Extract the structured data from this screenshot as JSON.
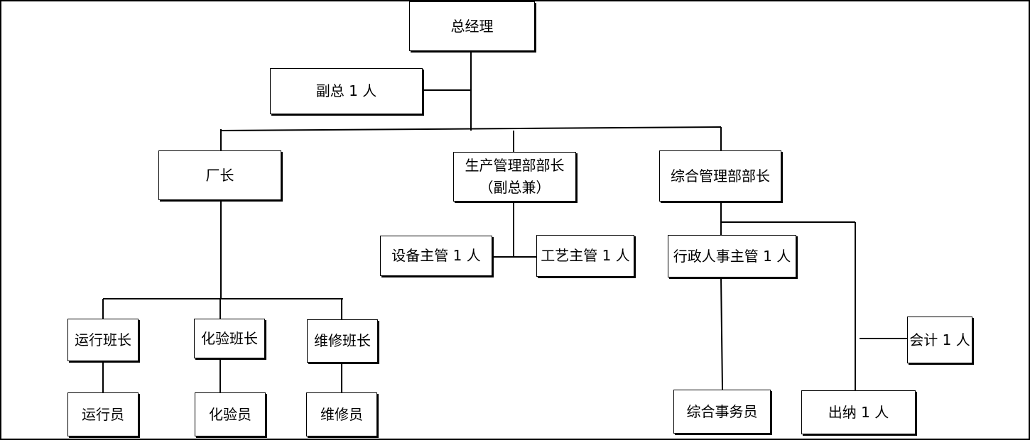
{
  "chart": {
    "nodes": {
      "gm": "总经理",
      "deputy": "副总 1 人",
      "factory": "厂长",
      "prod_line1": "生产管理部部长",
      "prod_line2": "（副总兼）",
      "admin": "综合管理部部长",
      "equip": "设备主管 1 人",
      "process": "工艺主管 1 人",
      "hr": "行政人事主管 1 人",
      "accountant": "会计 1 人",
      "cashier": "出纳 1 人",
      "clerk": "综合事务员",
      "run_lead": "运行班长",
      "lab_lead": "化验班长",
      "maint_lead": "维修班长",
      "run_staff": "运行员",
      "lab_staff": "化验员",
      "maint_staff": "维修员"
    }
  }
}
